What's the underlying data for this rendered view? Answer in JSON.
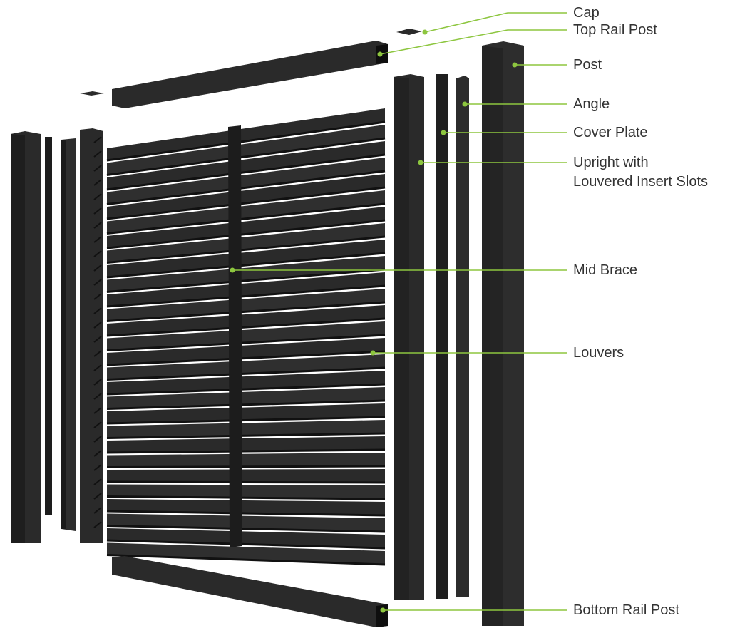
{
  "colors": {
    "leader": "#8dc63f",
    "part": "#2b2b2b",
    "part_dark": "#1a1a1a",
    "text": "#333333"
  },
  "labels": {
    "cap": "Cap",
    "top_rail_post": "Top Rail Post",
    "post": "Post",
    "angle": "Angle",
    "cover_plate": "Cover Plate",
    "upright_line1": "Upright with",
    "upright_line2": "Louvered Insert Slots",
    "mid_brace": "Mid Brace",
    "louvers": "Louvers",
    "bottom_rail_post": "Bottom Rail Post"
  }
}
